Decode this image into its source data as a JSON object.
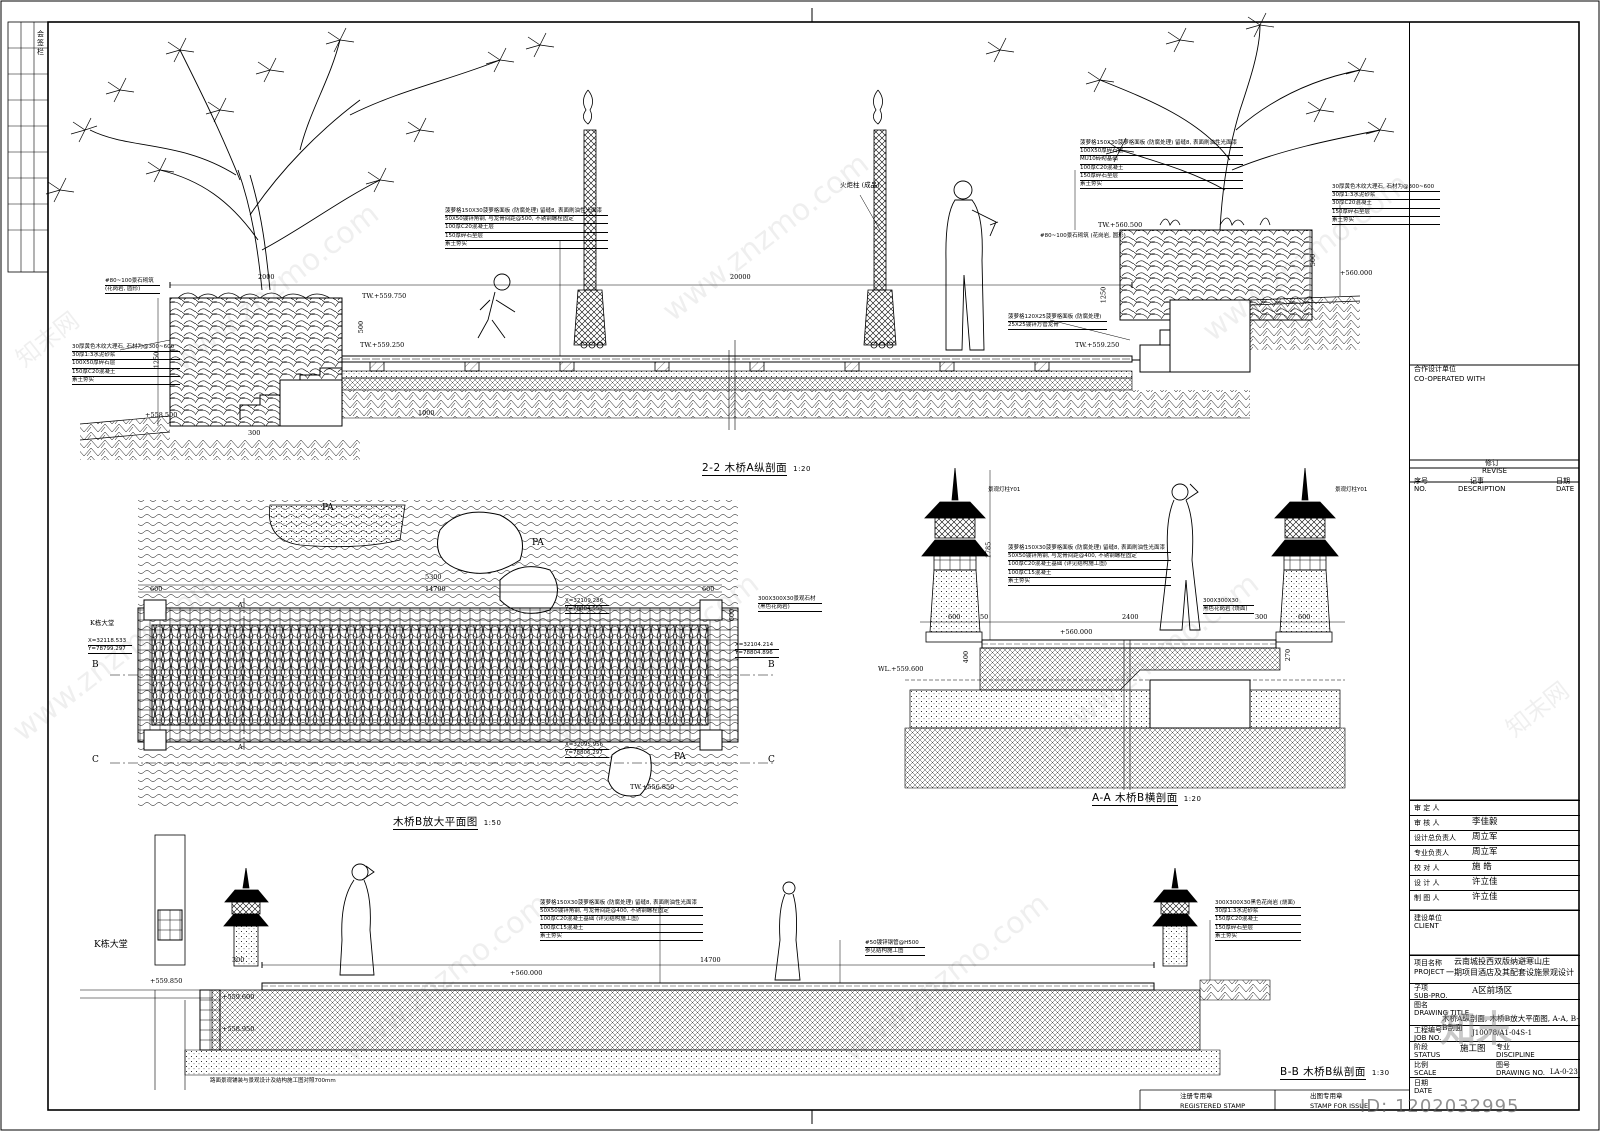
{
  "watermark": {
    "text": "www.znzmo.com",
    "brand": "知末网",
    "logo": "知末",
    "id": "ID: 1202032995"
  },
  "drawings": {
    "section_22": {
      "title": "2-2 木桥A纵剖面",
      "scale": "1:20",
      "dims": {
        "total": "20000",
        "left_w": "2000",
        "left_h": "1250",
        "h500": "500",
        "step": "300",
        "d1000": "1000",
        "right_h": "1250",
        "right_h2": "500"
      },
      "levels": {
        "l1": "TW.+559.750",
        "l2": "TW.+559.250",
        "l3": "TW.+560.500",
        "l4": "TW.+559.250",
        "l5": "+558.500",
        "l6": "+560.000"
      },
      "notes_center": [
        "菠萝格150X30菠萝格面板 (防腐处理) 留缝8, 表面刷油性光面漆",
        "50X50镀锌角钢, 与龙骨间距@500, 不锈钢螺栓固定",
        "100厚C20混凝土层",
        "150厚碎石垫层",
        "素土夯实"
      ],
      "notes_left": [
        "#80~100景石砌筑",
        "(花岗岩, 圆形)"
      ],
      "notes_left_bottom": [
        "30厚黄色木纹大理石, 石材为@300~600",
        "30厚1:3水泥砂浆",
        "100X50厚碎石层",
        "150厚C20混凝土",
        "素土夯实"
      ],
      "notes_right_top": [
        "菠萝格150X30菠萝格面板 (防腐处理) 留缝8, 表面刷油性光面漆",
        "100X50厚碎石层",
        "MU10砖砌基础",
        "100厚C20混凝土",
        "150厚碎石垫层",
        "素土夯实"
      ],
      "notes_right_far": [
        "30厚黄色木纹大理石, 石材为@300~600",
        "30厚1:3水泥砂浆",
        "30厚C20混凝土",
        "150厚碎石垫层",
        "素土夯实"
      ],
      "notes_step": [
        "菠萝格120X25菠萝格面板 (防腐处理)",
        "25X25镀锌方管龙骨"
      ],
      "torch_label": "火炬柱 (成品)",
      "stone_label": "#80~100景石砌筑 (花岗岩, 圆形)"
    },
    "plan_b": {
      "title": "木桥B放大平面图",
      "scale": "1:50",
      "labels": {
        "pa1": "PA",
        "pa2": "PA",
        "pa3": "PA",
        "k_hall": "K栋大堂",
        "a1": "A",
        "a2": "A",
        "b1": "B",
        "b2": "B",
        "c1": "C",
        "c2": "C"
      },
      "coords": {
        "c1": "X=32109.286",
        "c2": "Y=78804.553",
        "c3": "X=32118.533",
        "c4": "Y=78799.297",
        "c5": "X=32104.214",
        "c6": "Y=78804.896",
        "c7": "X=32095.956",
        "c8": "Y=78806.297"
      },
      "dims": {
        "d600a": "600",
        "d600b": "600",
        "d14700": "14700",
        "d5300": "5300",
        "d600c": "600"
      },
      "levels": {
        "tw1": "TW.+556.850"
      },
      "notes": [
        "300X300X30景观石材",
        "(黑色花岗岩)"
      ]
    },
    "section_aa": {
      "title": "A-A 木桥B横剖面",
      "scale": "1:20",
      "dims": {
        "d600a": "600",
        "d50": "50",
        "d2400": "2400",
        "d300": "300",
        "d600b": "600",
        "h1785": "1785",
        "h400": "400",
        "h270": "270"
      },
      "levels": {
        "l1": "+560.000",
        "l2": "WL.+559.600"
      },
      "notes": [
        "菠萝格150X30菠萝格面板 (防腐处理) 留缝8, 表面刷油性光面漆",
        "50X50镀锌角钢, 与龙骨间距@400, 不锈钢螺栓固定",
        "100厚C20混凝土基础 (详见结构施工图)",
        "100厚C15混凝土",
        "素土夯实"
      ],
      "lamp_label": "景观灯柱Y01",
      "stone_label": "300X300X30",
      "stone_label2": "黑色花岗岩 (烧面)"
    },
    "section_bb": {
      "title": "B-B 木桥B纵剖面",
      "scale": "1:30",
      "labels": {
        "k_hall": "K栋大堂"
      },
      "dims": {
        "d14700": "14700",
        "d300": "300"
      },
      "levels": {
        "l1": "+560.000",
        "l2": "+559.850",
        "l3": "+559.600",
        "l4": "+558.950"
      },
      "notes": [
        "菠萝格150X30菠萝格面板 (防腐处理) 留缝8, 表面刷油性光面漆",
        "50X50镀锌角钢, 与龙骨间距@400, 不锈钢螺栓固定",
        "100厚C20混凝土基础 (详见结构施工图)",
        "100厚C15混凝土",
        "素土夯实"
      ],
      "notes_right": [
        "300X300X30黑色花岗岩 (烧面)",
        "30厚1:3水泥砂浆",
        "150厚C20混凝土",
        "150厚碎石垫层",
        "素土夯实"
      ],
      "pipe": "#50镀锌钢管@H500",
      "pipe2": "参见结构施工图",
      "bottom_note": "路面景观铺装与景观设计及结构施工图对照700mm"
    }
  },
  "title_block": {
    "co_operated": {
      "cn": "合作设计单位",
      "en": "CO-OPERATED WITH"
    },
    "revise": {
      "cn": "修订",
      "en": "REVISE"
    },
    "rev_cols": [
      {
        "cn": "序号",
        "en": "NO."
      },
      {
        "cn": "记事",
        "en": "DESCRIPTION"
      },
      {
        "cn": "日期",
        "en": "DATE"
      }
    ],
    "staff": [
      {
        "role": "审 定 人",
        "name": ""
      },
      {
        "role": "审 核 人",
        "name": "李佳毅"
      },
      {
        "role": "设计总负责人",
        "name": "周立军"
      },
      {
        "role": "专业负责人",
        "name": "周立军"
      },
      {
        "role": "校 对 人",
        "name": "施 皓"
      },
      {
        "role": "设 计 人",
        "name": "许立佳"
      },
      {
        "role": "制 图 人",
        "name": "许立佳"
      }
    ],
    "client": {
      "cn": "建设单位",
      "en": "CLIENT"
    },
    "project": {
      "cn": "项目名称",
      "en": "PROJECT",
      "value1": "云南城投西双版纳避寒山庄",
      "value2": "一期项目酒店及其配套设施景观设计"
    },
    "sub": {
      "cn": "子项",
      "en": "SUB-PRO.",
      "value": "A区前场区"
    },
    "drawing_title": {
      "cn": "图名",
      "en": "DRAWING TITLE",
      "value": "木桥A纵剖面, 木桥B放大平面图, A-A, B-B剖面"
    },
    "job": {
      "cn": "工程编号",
      "en": "JOB NO.",
      "value": "J10078/A1-04S-1"
    },
    "status": {
      "cn": "阶段",
      "en": "STATUS",
      "value": "施工图"
    },
    "discipline": {
      "cn": "专业",
      "en": "DISCIPLINE",
      "value": ""
    },
    "scale": {
      "cn": "比例",
      "en": "SCALE"
    },
    "drawing_no": {
      "cn": "图号",
      "en": "DRAWING NO.",
      "value": "LA-0-23"
    },
    "date": {
      "cn": "日期",
      "en": "DATE"
    },
    "stamp1": {
      "cn": "注册专用章",
      "en": "REGISTERED STAMP"
    },
    "stamp2": {
      "cn": "出图专用章",
      "en": "STAMP FOR ISSUE"
    }
  },
  "left_strip": [
    "会",
    "签",
    "栏"
  ]
}
